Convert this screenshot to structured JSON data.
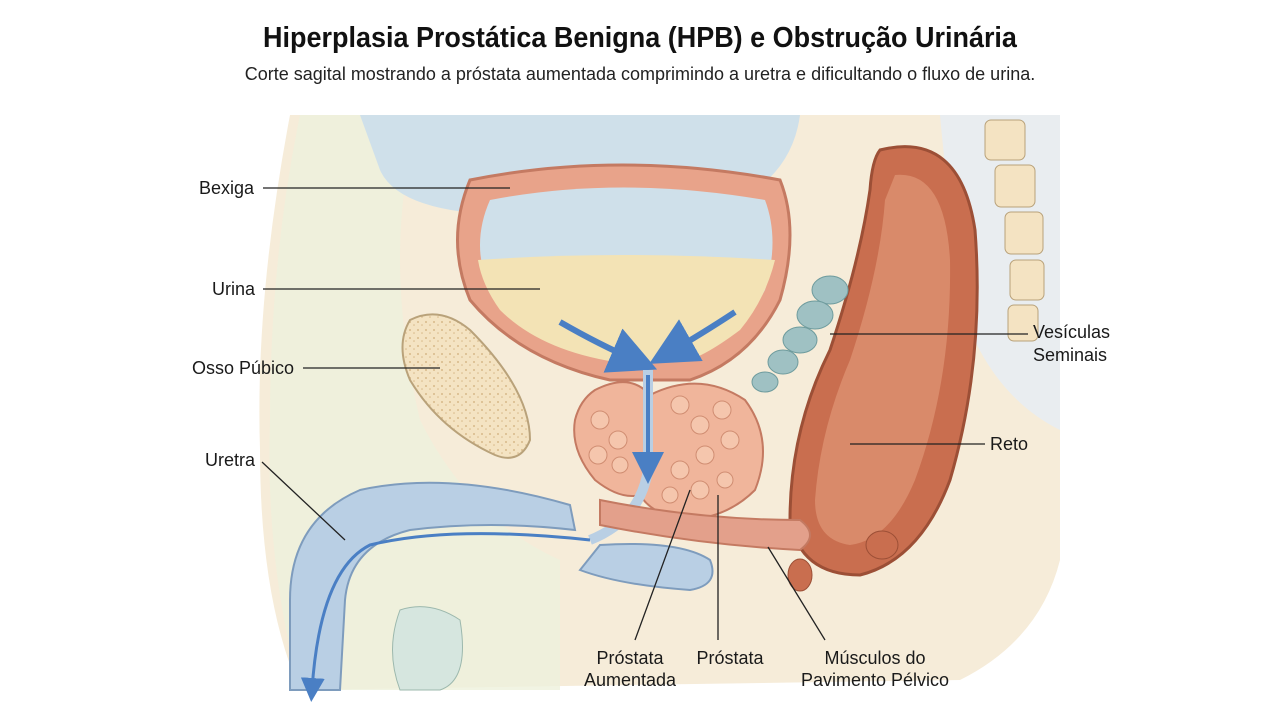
{
  "title": "Hiperplasia Prostática Benigna (HPB) e Obstrução Urinária",
  "subtitle": "Corte sagital mostrando a próstata aumentada comprimindo a uretra e dificultando o fluxo de urina.",
  "labels": {
    "bexiga": "Bexiga",
    "urina": "Urina",
    "osso_pubico": "Osso Púbico",
    "uretra": "Uretra",
    "vesiculas_line1": "Vesículas",
    "vesiculas_line2": "Seminais",
    "reto": "Reto",
    "prostata_aumentada_line1": "Próstata",
    "prostata_aumentada_line2": "Aumentada",
    "prostata": "Próstata",
    "musculos_line1": "Músculos do",
    "musculos_line2": "Pavimento Pélvico"
  },
  "colors": {
    "bladder_wall": "#e8a38a",
    "urine": "#f3e3b5",
    "urethra": "#b9cfe4",
    "prostate": "#f0b59b",
    "rectum": "#c96e4f",
    "bone": "#f4e3c2",
    "flow_arrow": "#4a7fc4"
  }
}
